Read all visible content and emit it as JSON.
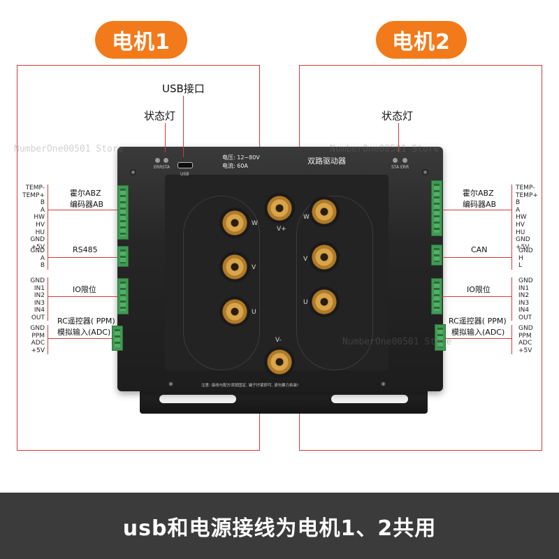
{
  "header": {
    "motor1": "电机1",
    "motor2": "电机2"
  },
  "callouts": {
    "usb": "USB接口",
    "status_left": "状态灯",
    "status_right": "状态灯"
  },
  "left_groups": {
    "encoder": {
      "label_line1": "霍尔ABZ",
      "label_line2": "编码器AB",
      "pins": [
        "TEMP-",
        "TEMP+",
        "B",
        "A",
        "HW",
        "HV",
        "HU",
        "GND",
        "+5V"
      ]
    },
    "rs485": {
      "label": "RS485",
      "pins": [
        "GND",
        "A",
        "B"
      ]
    },
    "io": {
      "label": "IO限位",
      "pins": [
        "GND",
        "IN1",
        "IN2",
        "IN3",
        "IN4",
        "OUT"
      ]
    },
    "rc": {
      "label_line1": "RC遥控器( PPM)",
      "label_line2": "模拟输入(ADC)",
      "pins": [
        "GND",
        "PPM",
        "ADC",
        "+5V"
      ]
    }
  },
  "right_groups": {
    "encoder": {
      "label_line1": "霍尔ABZ",
      "label_line2": "编码器AB",
      "pins": [
        "TEMP-",
        "TEMP+",
        "B",
        "A",
        "HW",
        "HV",
        "HU",
        "GND",
        "+5V"
      ]
    },
    "can": {
      "label": "CAN",
      "pins": [
        "GND",
        "H",
        "L"
      ]
    },
    "io": {
      "label": "IO限位",
      "pins": [
        "GND",
        "IN1",
        "IN2",
        "IN3",
        "IN4",
        "OUT"
      ]
    },
    "rc": {
      "label_line1": "RC遥控器( PPM)",
      "label_line2": "模拟输入(ADC)",
      "pins": [
        "GND",
        "PPM",
        "ADC",
        "+5V"
      ]
    }
  },
  "device": {
    "title": "双路驱动器",
    "voltage": "电压: 12~80V",
    "current": "电流: 60A",
    "usb_label": "USB",
    "err_left": "ERR",
    "sta_left": "STA",
    "sta_right": "STA",
    "err_right": "ERR",
    "note": "注意: 接线与配方须按固定, 端子拧紧即可, 请勿暴力拆装!",
    "phase_left": [
      "W",
      "V",
      "U"
    ],
    "phase_right": [
      "W",
      "V",
      "U"
    ],
    "vplus": "V+",
    "vminus": "V-"
  },
  "watermark": "NumberOne00501 Store",
  "footer": {
    "text": "usb和电源接线为电机1、2共用"
  }
}
